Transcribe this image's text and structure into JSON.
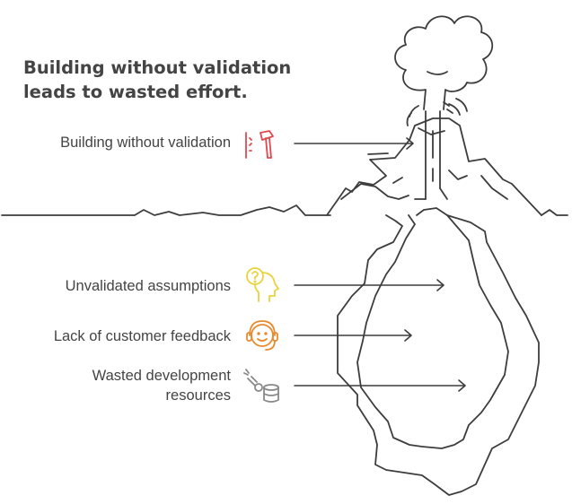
{
  "title": {
    "line1": "Building without validation",
    "line2": "leads to wasted effort."
  },
  "items": [
    {
      "label": "Building without validation",
      "icon": "hammer-icon",
      "color": "#e0484e"
    },
    {
      "label": "Unvalidated assumptions",
      "icon": "question-head-icon",
      "color": "#e8d33a"
    },
    {
      "label": "Lack of customer feedback",
      "icon": "customer-support-icon",
      "color": "#e88a2e"
    },
    {
      "label": "Wasted development resources",
      "label_line1": "Wasted development",
      "label_line2": "resources",
      "icon": "bomb-database-icon",
      "color": "#888888"
    }
  ],
  "colors": {
    "ink": "#444444",
    "outline": "#3d3d3d"
  }
}
